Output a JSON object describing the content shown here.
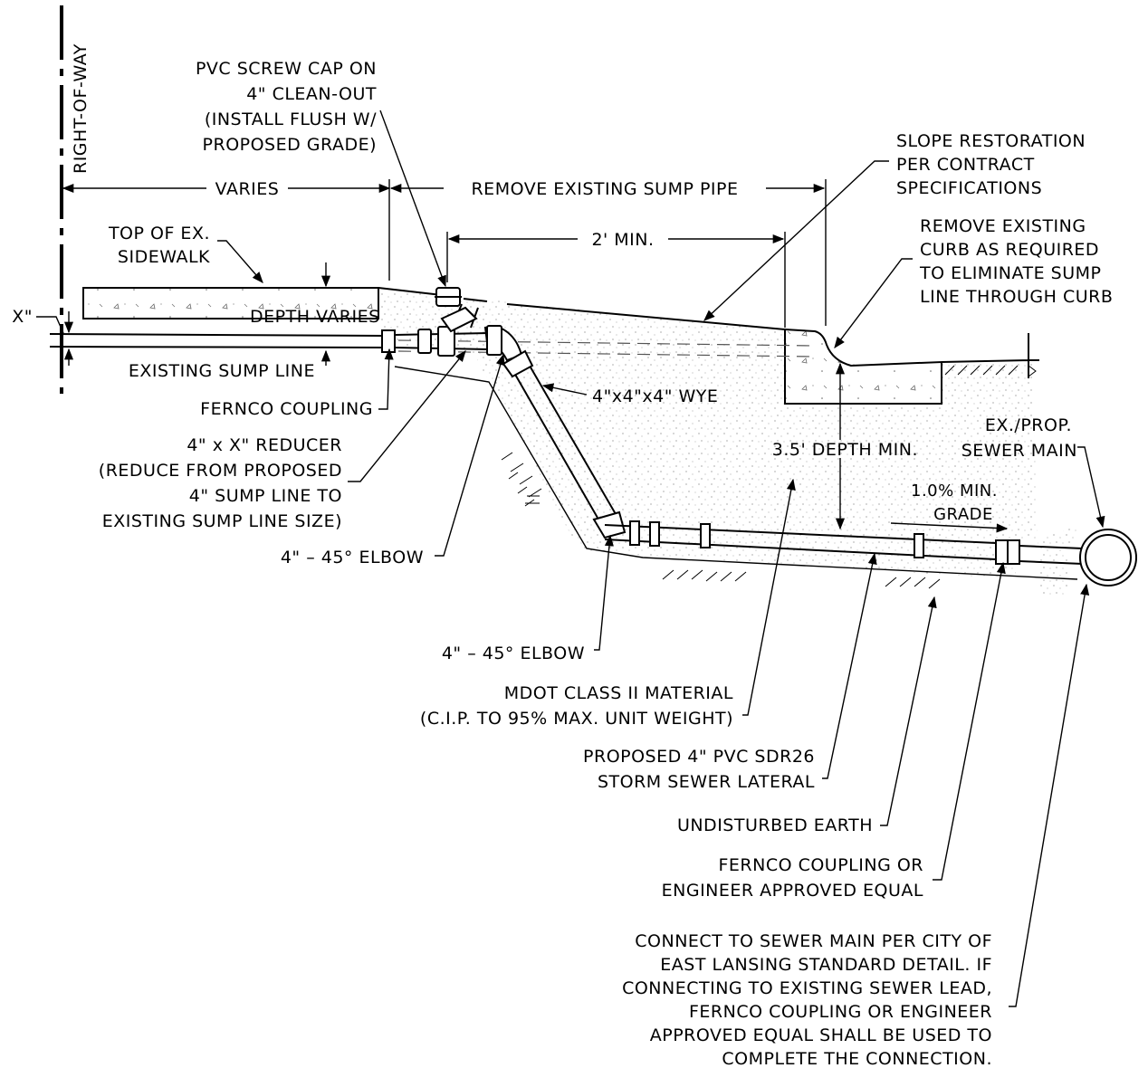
{
  "labels": {
    "right_of_way": "RIGHT-OF-WAY",
    "cap_line1": "PVC SCREW CAP ON",
    "cap_line2": "4\" CLEAN-OUT",
    "cap_line3": "(INSTALL FLUSH W/",
    "cap_line4": "PROPOSED GRADE)",
    "varies": "VARIES",
    "remove_sump_pipe": "REMOVE EXISTING SUMP PIPE",
    "two_min": "2' MIN.",
    "slope_line1": "SLOPE RESTORATION",
    "slope_line2": "PER CONTRACT",
    "slope_line3": "SPECIFICATIONS",
    "curb_line1": "REMOVE EXISTING",
    "curb_line2": "CURB AS REQUIRED",
    "curb_line3": "TO ELIMINATE SUMP",
    "curb_line4": "LINE THROUGH CURB",
    "sidewalk_line1": "TOP OF EX.",
    "sidewalk_line2": "SIDEWALK",
    "depth_varies": "DEPTH VARIES",
    "x_dim": "X\"",
    "existing_sump_line": "EXISTING SUMP LINE",
    "fernco_coupling": "FERNCO COUPLING",
    "wye": "4\"x4\"x4\" WYE",
    "reducer_line1": "4\" x X\" REDUCER",
    "reducer_line2": "(REDUCE FROM PROPOSED",
    "reducer_line3": "4\" SUMP LINE TO",
    "reducer_line4": "EXISTING SUMP LINE SIZE)",
    "elbow_upper": "4\" – 45° ELBOW",
    "depth_min": "3.5' DEPTH MIN.",
    "sewer_main_line1": "EX./PROP.",
    "sewer_main_line2": "SEWER MAIN",
    "grade_line1": "1.0% MIN.",
    "grade_line2": "GRADE",
    "elbow_lower": "4\" – 45° ELBOW",
    "mdot_line1": "MDOT CLASS II MATERIAL",
    "mdot_line2": "(C.I.P. TO 95% MAX. UNIT WEIGHT)",
    "lateral_line1": "PROPOSED 4\" PVC SDR26",
    "lateral_line2": "STORM SEWER LATERAL",
    "undisturbed": "UNDISTURBED EARTH",
    "fernco_eq_line1": "FERNCO COUPLING OR",
    "fernco_eq_line2": "ENGINEER APPROVED EQUAL",
    "connect_line1": "CONNECT TO SEWER MAIN PER CITY OF",
    "connect_line2": "EAST LANSING STANDARD DETAIL.  IF",
    "connect_line3": "CONNECTING TO EXISTING SEWER LEAD,",
    "connect_line4": "FERNCO COUPLING OR ENGINEER",
    "connect_line5": "APPROVED EQUAL SHALL BE USED TO",
    "connect_line6": "COMPLETE THE CONNECTION."
  }
}
